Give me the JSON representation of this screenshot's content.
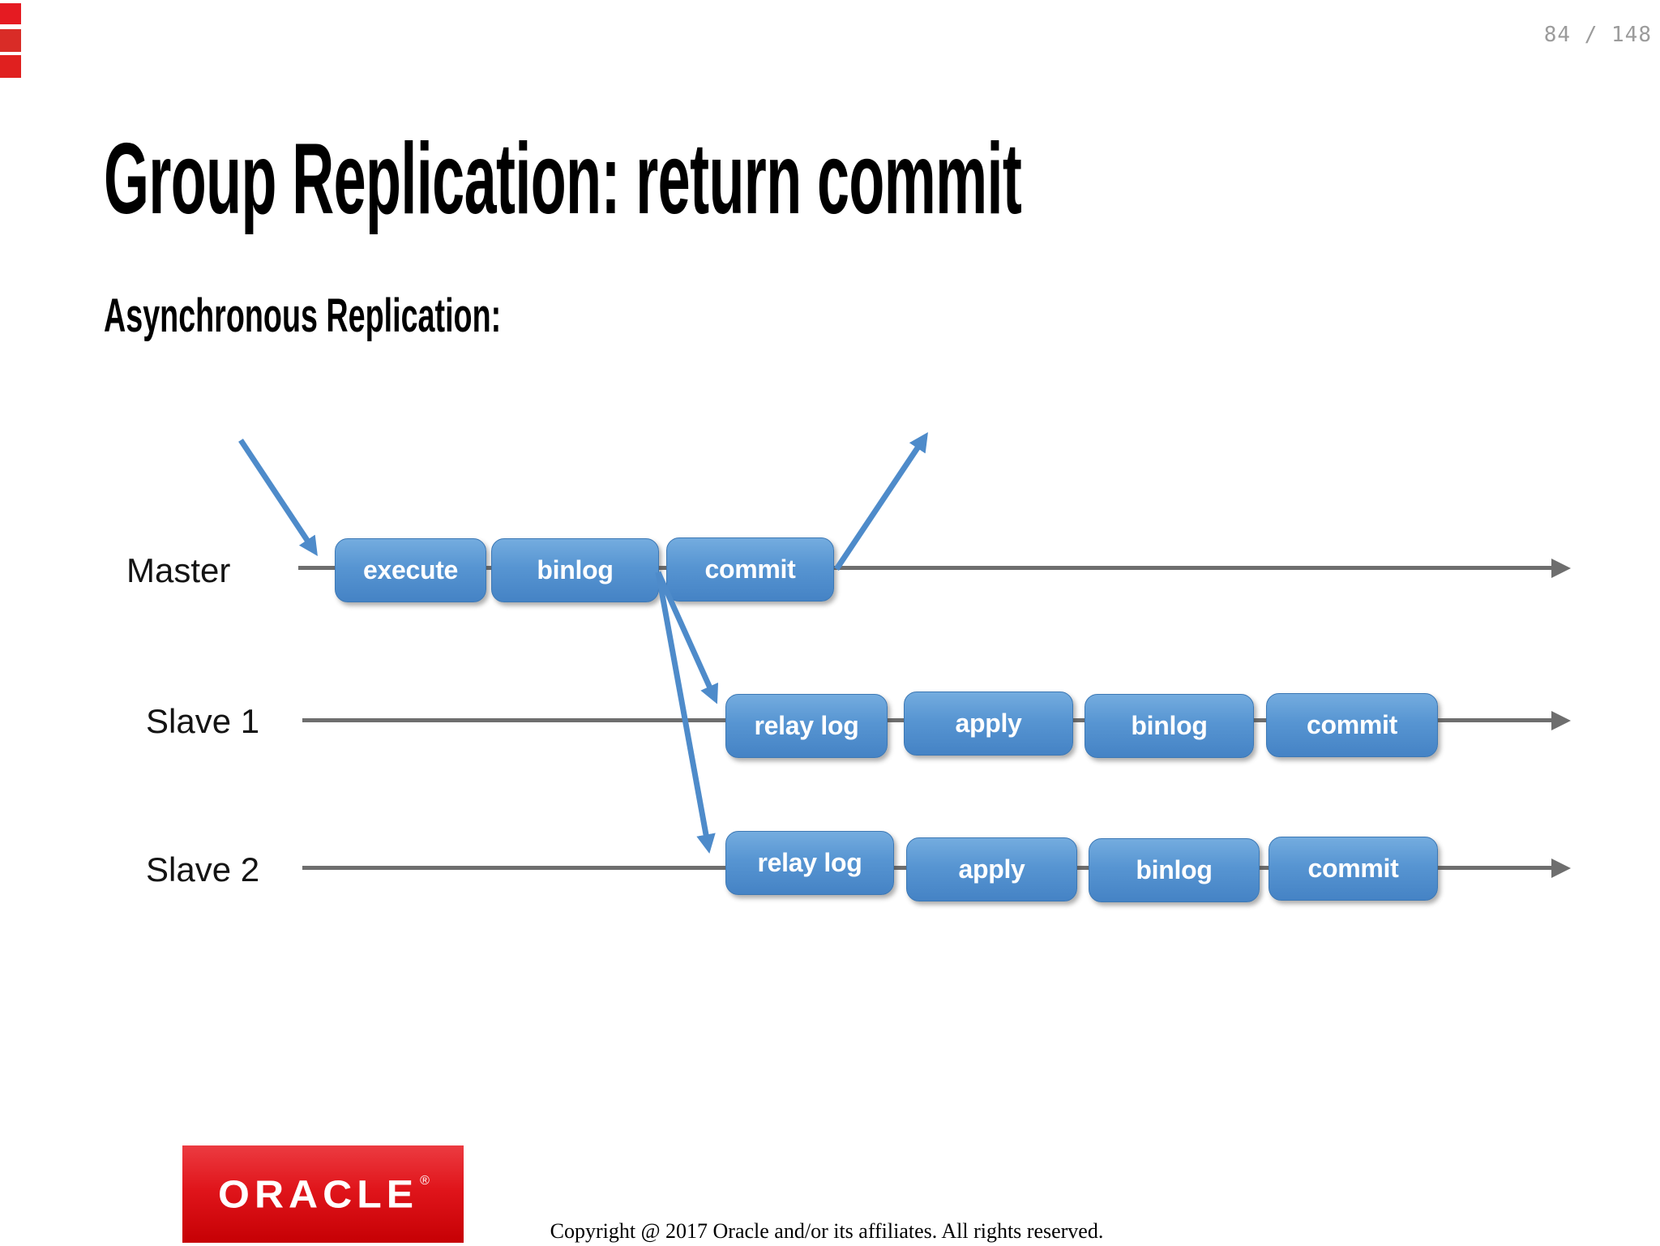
{
  "page": {
    "indicator": "84 / 148"
  },
  "slide": {
    "title": "Group Replication: return commit",
    "subtitle": "Asynchronous Replication:"
  },
  "diagram": {
    "rows": [
      {
        "label": "Master",
        "boxes": [
          "execute",
          "binlog",
          "commit"
        ]
      },
      {
        "label": "Slave 1",
        "boxes": [
          "relay log",
          "apply",
          "binlog",
          "commit"
        ]
      },
      {
        "label": "Slave 2",
        "boxes": [
          "relay log",
          "apply",
          "binlog",
          "commit"
        ]
      }
    ],
    "colors": {
      "box_blue_top": "#74acdf",
      "box_blue_bottom": "#4583c5",
      "arrow_blue": "#4e8bca",
      "line_gray": "#6e6e6e"
    }
  },
  "footer": {
    "logo_text": "ORACLE",
    "logo_registered": "®",
    "logo_red": "#e0151b",
    "copyright": "Copyright @ 2017 Oracle and/or its affiliates. All rights reserved."
  }
}
